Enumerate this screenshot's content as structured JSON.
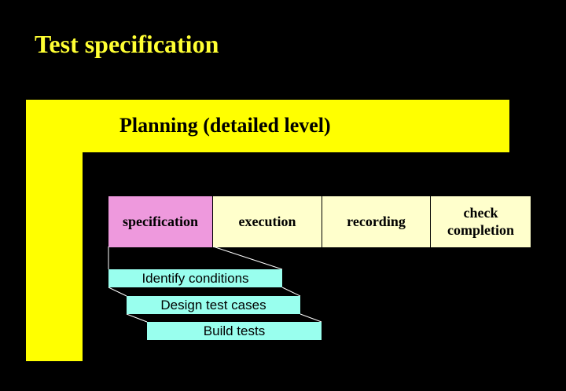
{
  "title": "Test specification",
  "planning": {
    "label": "Planning (detailed level)"
  },
  "phases": [
    {
      "label": "specification",
      "highlighted": true
    },
    {
      "label": "execution",
      "highlighted": false
    },
    {
      "label": "recording",
      "highlighted": false
    },
    {
      "label": "check\ncompletion",
      "highlighted": false
    }
  ],
  "steps": [
    {
      "label": "Identify conditions"
    },
    {
      "label": "Design test cases"
    },
    {
      "label": "Build tests"
    }
  ],
  "colors": {
    "background": "#000000",
    "title": "#ffff33",
    "planning_band": "#ffff00",
    "phase_highlight": "#ee99dd",
    "phase_default": "#ffffcc",
    "step_box": "#99ffee"
  }
}
